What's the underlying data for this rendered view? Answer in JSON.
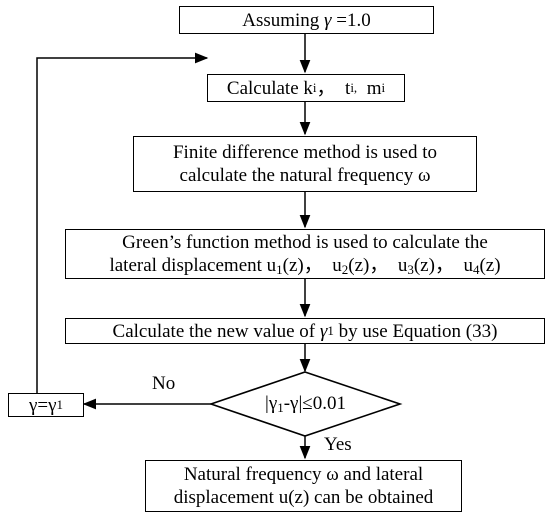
{
  "nodes": {
    "start": {
      "prefix": "Assuming ",
      "gamma": "γ",
      "suffix": " =1.0"
    },
    "calc_k": {
      "label": "Calculate ",
      "k": "k",
      "k_sub": "i",
      "sep1": "，  ",
      "t": "t",
      "t_sub": "i,",
      "sep2": "  ",
      "m": "m",
      "m_sub": "i"
    },
    "fdm": {
      "line1": "Finite difference method is used to",
      "line2": "calculate the natural frequency ω"
    },
    "green": {
      "line1": "Green’s function method is used to calculate the",
      "line2_prefix": "lateral displacement ",
      "u1": "u",
      "u1_sub": "1",
      "u1_arg": "(z)，  ",
      "u2": "u",
      "u2_sub": "2",
      "u2_arg": "(z)，  ",
      "u3": "u",
      "u3_sub": "3",
      "u3_arg": "(z)，  ",
      "u4": "u",
      "u4_sub": "4",
      "u4_arg": "(z)"
    },
    "new_gamma": {
      "prefix": "Calculate the new value of ",
      "gamma": "γ",
      "sub": "1",
      "suffix": " by use Equation (33)"
    },
    "decision": {
      "a": "|γ",
      "a_sub": "1",
      "b": "-γ|≤0.01"
    },
    "update": {
      "a": "γ=γ",
      "sub": "1"
    },
    "result": {
      "line1": "Natural frequency ω and lateral",
      "line2": "displacement u(z) can be obtained"
    }
  },
  "edges": {
    "no_label": "No",
    "yes_label": "Yes"
  }
}
